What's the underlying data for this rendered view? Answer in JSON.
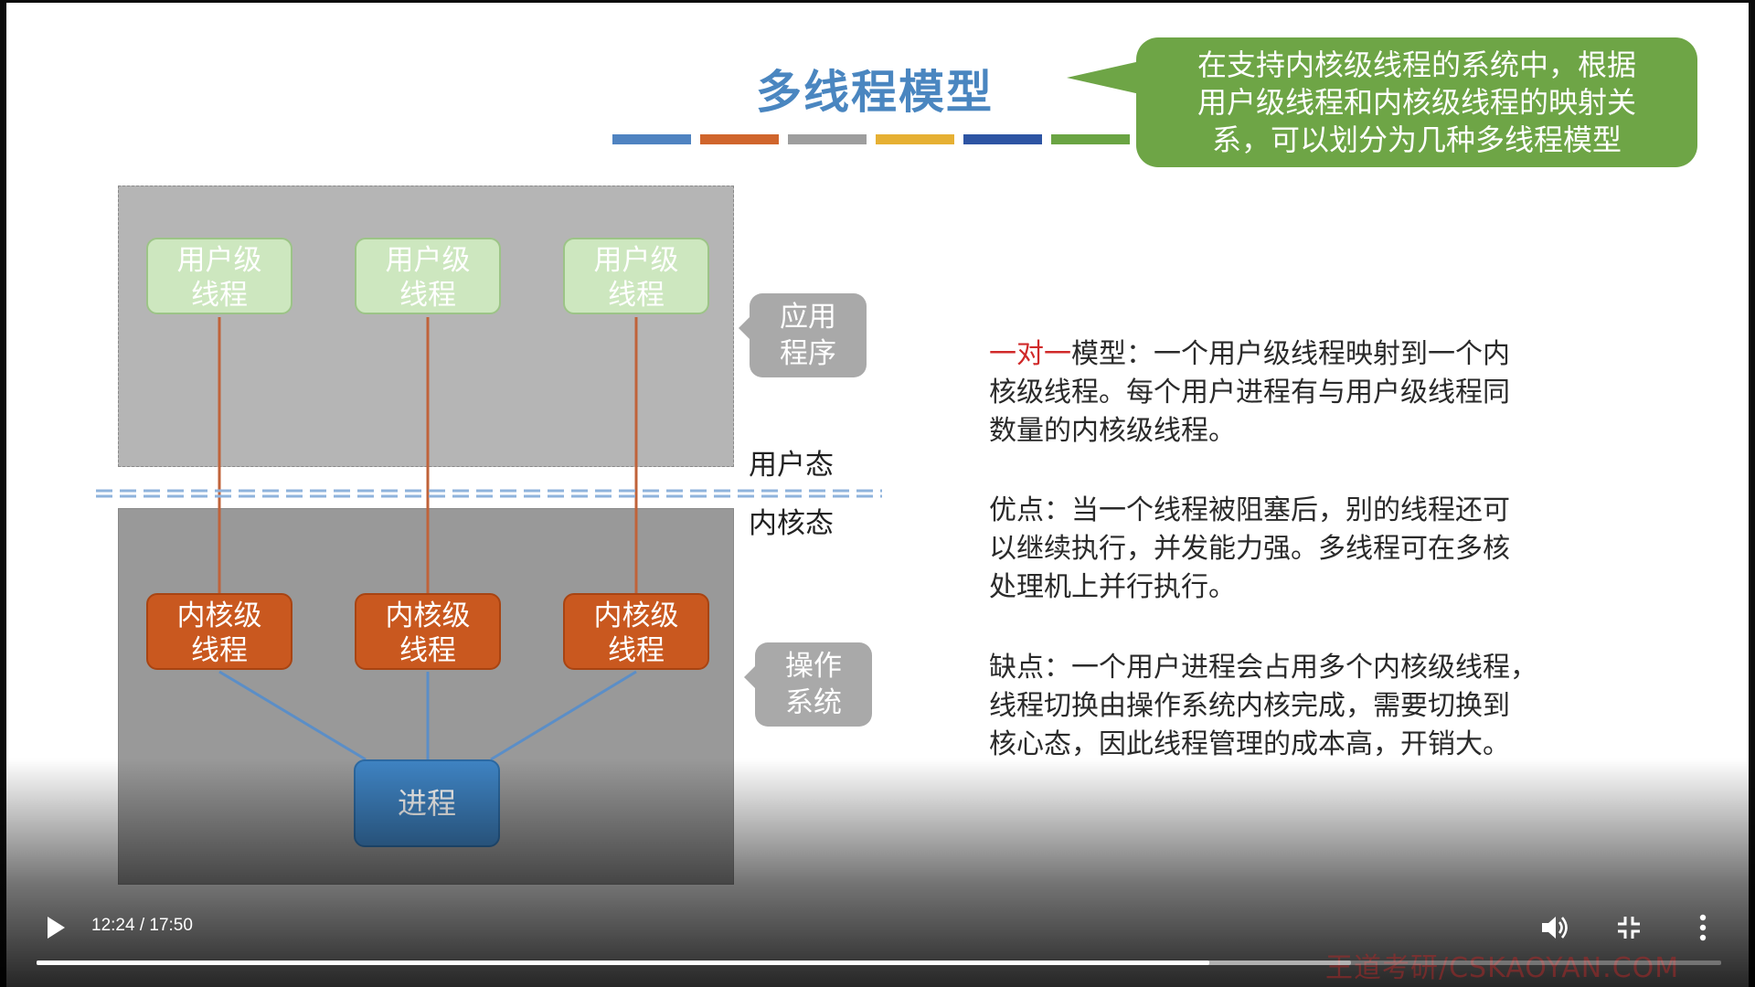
{
  "slide": {
    "title": "多线程模型",
    "color_bars": [
      "#4f83c1",
      "#d0652c",
      "#9e9e9e",
      "#e6b033",
      "#2d54a3",
      "#6aa443"
    ],
    "callout": {
      "lines": [
        "在支持内核级线程的系统中，根据",
        "用户级线程和内核级线程的映射关",
        "系，可以划分为几种多线程模型"
      ],
      "color": "#6ea546"
    },
    "diagram": {
      "user_threads": [
        {
          "line1": "用户级",
          "line2": "线程"
        },
        {
          "line1": "用户级",
          "line2": "线程"
        },
        {
          "line1": "用户级",
          "line2": "线程"
        }
      ],
      "kernel_threads": [
        {
          "line1": "内核级",
          "line2": "线程"
        },
        {
          "line1": "内核级",
          "line2": "线程"
        },
        {
          "line1": "内核级",
          "line2": "线程"
        }
      ],
      "process_label": "进程",
      "app_tag": {
        "line1": "应用",
        "line2": "程序"
      },
      "os_tag": {
        "line1": "操作",
        "line2": "系统"
      },
      "user_mode": "用户态",
      "kernel_mode": "内核态"
    },
    "paragraphs": {
      "one_to_one": {
        "highlight": "一对一",
        "line1_rest": "模型：一个用户级线程映射到一个内",
        "line2": "核级线程。每个用户进程有与用户级线程同",
        "line3": "数量的内核级线程。"
      },
      "advantages": {
        "line1": "优点：当一个线程被阻塞后，别的线程还可",
        "line2": "以继续执行，并发能力强。多线程可在多核",
        "line3": "处理机上并行执行。"
      },
      "disadvantages": {
        "line1": "缺点：一个用户进程会占用多个内核级线程，",
        "line2": "线程切换由操作系统内核完成，需要切换到",
        "line3": "核心态，因此线程管理的成本高，开销大。"
      }
    },
    "watermark": "王道考研/CSKAOYAN.COM"
  },
  "player": {
    "time_display": "12:24 / 17:50",
    "played_fraction": 0.696,
    "buffered_fraction": 0.78,
    "icons": {
      "play": "play-icon",
      "volume": "volume-icon",
      "fullscreen_exit": "exit-fullscreen-icon",
      "more": "more-vert-icon"
    }
  }
}
